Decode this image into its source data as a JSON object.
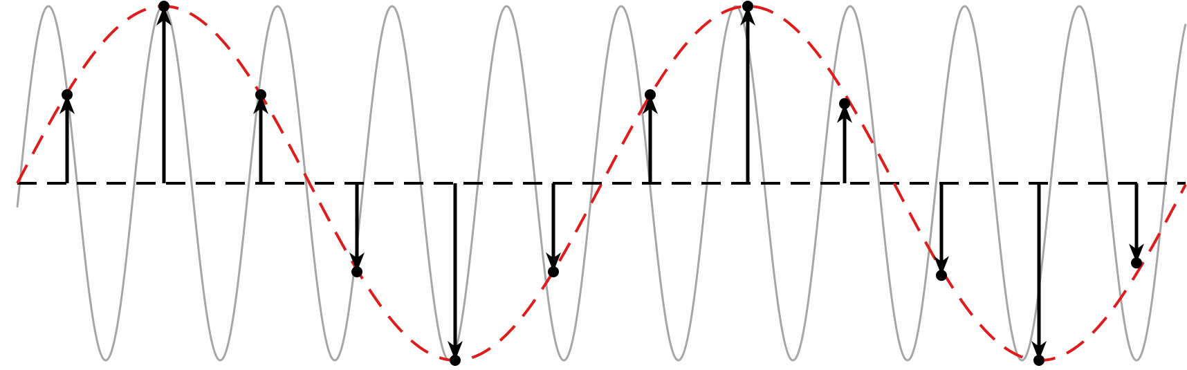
{
  "diagram": {
    "description_free": true,
    "colors": {
      "background": "#ffffff",
      "carrier_wave": "#a6a6a6",
      "envelope": "#e01b1b",
      "axis": "#000000",
      "samples": "#000000"
    },
    "carrier_cycles_visible": 10,
    "envelope_cycles_visible": 2,
    "sample_count": 12,
    "sample_amplitudes": [
      0.5,
      1.0,
      0.5,
      -0.5,
      -1.0,
      -0.5,
      0.5,
      1.0,
      0.45,
      -0.52,
      -1.0,
      -0.45
    ],
    "axis_style": "dashed",
    "envelope_style": "dashed"
  }
}
